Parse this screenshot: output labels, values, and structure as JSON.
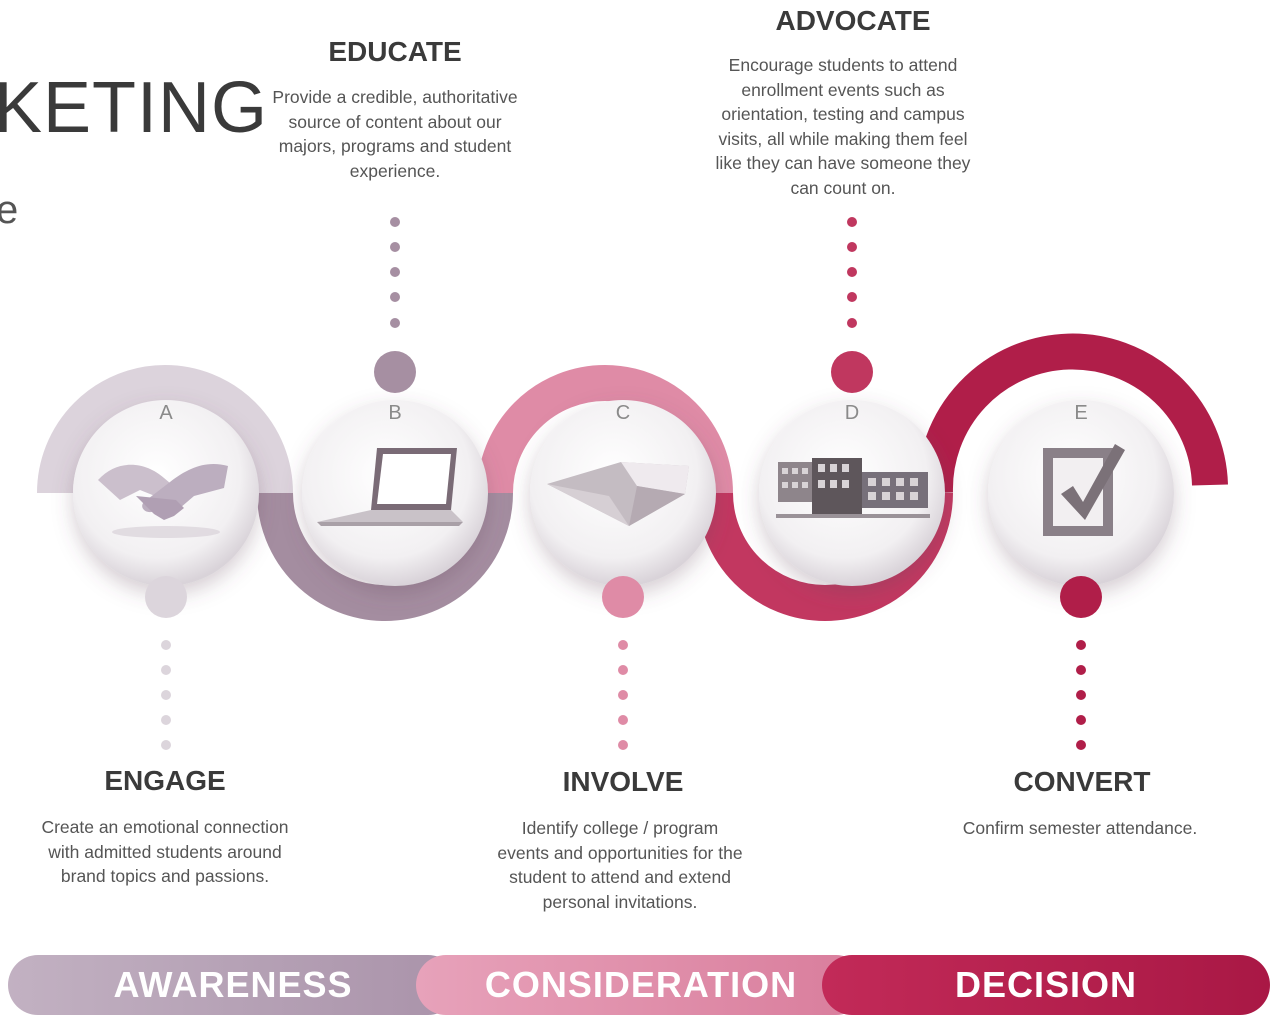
{
  "header": {
    "title_fragment": "KETING",
    "subtitle_fragment": "e"
  },
  "steps": [
    {
      "letter": "A",
      "title": "ENGAGE",
      "desc_lines": [
        "Create an emotional connection",
        "with admitted students around",
        "brand topics and passions."
      ],
      "icon": "handshake-icon",
      "color": "#d7cfdd"
    },
    {
      "letter": "B",
      "title": "EDUCATE",
      "desc_lines": [
        "Provide a credible, authoritative",
        "source of content about our",
        "majors, programs and student",
        "experience."
      ],
      "icon": "laptop-icon",
      "color": "#a8909f"
    },
    {
      "letter": "C",
      "title": "INVOLVE",
      "desc_lines": [
        "Identify college / program",
        "events and opportunities for the",
        "student to attend and extend",
        "personal invitations."
      ],
      "icon": "envelope-icon",
      "color": "#de8da5"
    },
    {
      "letter": "D",
      "title": "ADVOCATE",
      "desc_lines": [
        "Encourage students to attend",
        "enrollment events such as",
        "orientation, testing and campus",
        "visits, all while making them feel",
        "like they can have someone they",
        "can count on."
      ],
      "icon": "building-icon",
      "color": "#c0395e"
    },
    {
      "letter": "E",
      "title": "CONVERT",
      "desc_lines": [
        "Confirm semester attendance."
      ],
      "icon": "checkbox-icon",
      "color": "#b01e49"
    }
  ],
  "stages": [
    {
      "label": "AWARENESS",
      "color": "#b7a3b7"
    },
    {
      "label": "CONSIDERATION",
      "color": "#df8faa"
    },
    {
      "label": "DECISION",
      "color": "#b41c4c"
    }
  ]
}
